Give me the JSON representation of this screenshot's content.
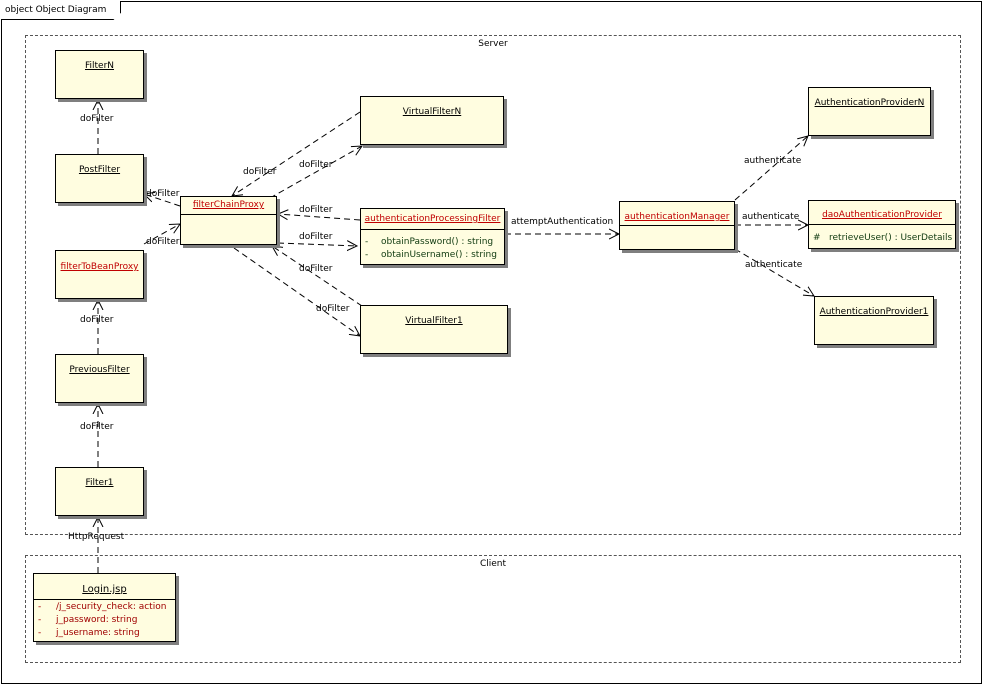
{
  "diagram": {
    "frame_title": "object Object Diagram",
    "packages": {
      "server": "Server",
      "client": "Client"
    },
    "objects": {
      "filter_n": "FilterN",
      "post_filter": "PostFilter",
      "filter_chain_proxy": "filterChainProxy",
      "filter_to_bean_proxy": "filterToBeanProxy",
      "previous_filter": "PreviousFilter",
      "filter1": "Filter1",
      "virtual_filter_n": "VirtualFilterN",
      "virtual_filter1": "VirtualFilter1",
      "authentication_processing_filter": {
        "name": "authenticationProcessingFilter",
        "attrs": [
          {
            "marker": "-",
            "text": "obtainPassword() : string"
          },
          {
            "marker": "-",
            "text": "obtainUsername() : string"
          }
        ]
      },
      "authentication_manager": "authenticationManager",
      "authentication_provider_n": "AuthenticationProviderN",
      "dao_authentication_provider": {
        "name": "daoAuthenticationProvider",
        "attrs": [
          {
            "marker": "#",
            "text": "retrieveUser() : UserDetails"
          }
        ]
      },
      "authentication_provider1": "AuthenticationProvider1",
      "login_jsp": {
        "name": "Login.jsp",
        "attrs": [
          {
            "marker": "-",
            "text": "/j_security_check:  action"
          },
          {
            "marker": "-",
            "text": "j_password:  string"
          },
          {
            "marker": "-",
            "text": "j_username:  string"
          }
        ]
      }
    },
    "connectors": {
      "do_filter": "doFilter",
      "attempt_authentication": "attemptAuthentication",
      "authenticate": "authenticate",
      "http_request": "HttpRequest"
    },
    "colors": {
      "object_fill": "#fffde0",
      "highlight_name": "#c00000",
      "shadow": "#7f7f7f"
    }
  }
}
